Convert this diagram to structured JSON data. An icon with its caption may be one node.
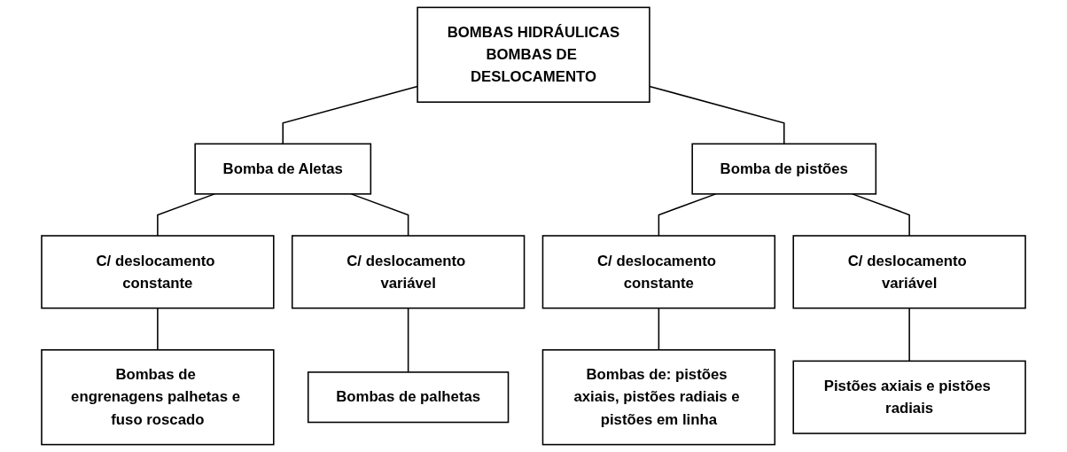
{
  "diagram": {
    "nodes": [
      {
        "text": [
          "BOMBAS HIDRÁULICAS",
          "BOMBAS DE DESLOCAMENTO"
        ]
      },
      {
        "text": [
          "Bomba de Aletas"
        ]
      },
      {
        "text": [
          "Bomba de pistões"
        ]
      },
      {
        "text": [
          "C/ deslocamento constante"
        ]
      },
      {
        "text": [
          "C/ deslocamento variável"
        ]
      },
      {
        "text": [
          "C/ deslocamento constante"
        ]
      },
      {
        "text": [
          "C/ deslocamento variável"
        ]
      },
      {
        "text": [
          "Bombas de engrenagens palhetas e fuso roscado"
        ]
      },
      {
        "text": [
          "Bombas de palhetas"
        ]
      },
      {
        "text": [
          "Bombas de: pistões axiais, pistões radiais e pistões em linha"
        ]
      },
      {
        "text": [
          "Pistões axiais e pistões radiais"
        ]
      }
    ],
    "edges": [
      {
        "from": 0,
        "to": 1,
        "arrow": "none"
      },
      {
        "from": 0,
        "to": 2,
        "arrow": "none"
      },
      {
        "from": 1,
        "to": 3,
        "arrow": "none"
      },
      {
        "from": 1,
        "to": 4,
        "arrow": "none"
      },
      {
        "from": 2,
        "to": 5,
        "arrow": "none"
      },
      {
        "from": 2,
        "to": 6,
        "arrow": "none"
      },
      {
        "from": 3,
        "to": 7,
        "arrow": "none"
      },
      {
        "from": 4,
        "to": 8,
        "arrow": "none"
      },
      {
        "from": 5,
        "to": 9,
        "arrow": "none"
      },
      {
        "from": 6,
        "to": 10,
        "arrow": "none"
      }
    ]
  }
}
